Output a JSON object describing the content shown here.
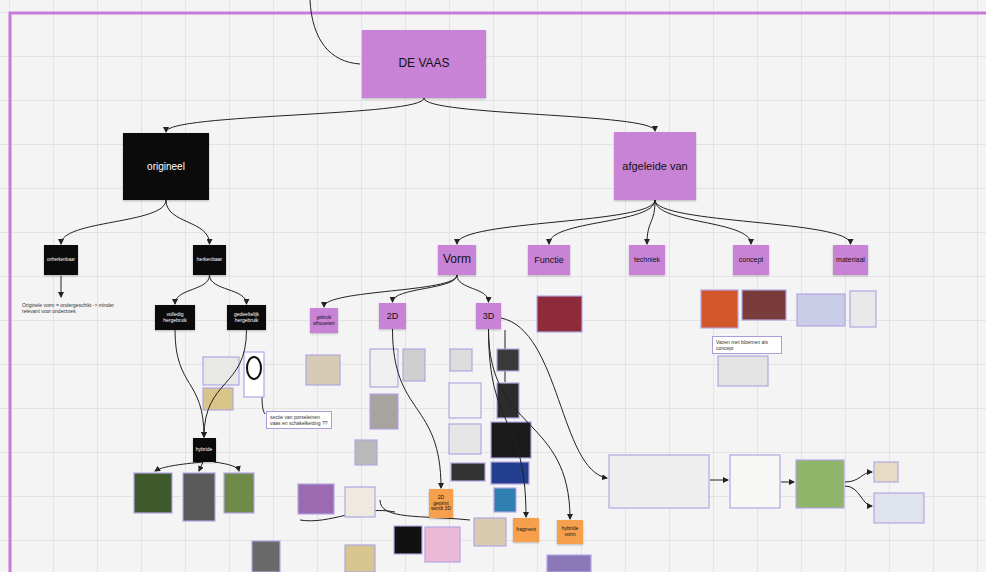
{
  "diagram": {
    "nodes": [
      {
        "text": [
          "DE VAAS"
        ]
      },
      {
        "text": [
          "origineel"
        ]
      },
      {
        "text": [
          "afgeleide van"
        ]
      },
      {
        "text": [
          "onherkenbaar"
        ]
      },
      {
        "text": [
          "herkenbaar"
        ]
      },
      {
        "text": [
          "volledig hergebruik"
        ]
      },
      {
        "text": [
          "gedeeltelijk hergebruik"
        ]
      },
      {
        "text": [
          "hybride"
        ]
      },
      {
        "text": [
          "Vorm"
        ]
      },
      {
        "text": [
          "Functie"
        ]
      },
      {
        "text": [
          "techniek"
        ]
      },
      {
        "text": [
          "concept"
        ]
      },
      {
        "text": [
          "materiaal"
        ]
      },
      {
        "text": [
          "gebruik silhouetten"
        ]
      },
      {
        "text": [
          "2D"
        ]
      },
      {
        "text": [
          "3D"
        ]
      },
      {
        "text": [
          "2D geprint wordt 3D"
        ]
      },
      {
        "text": [
          "fragment"
        ]
      },
      {
        "text": [
          "hybride vorm"
        ]
      }
    ],
    "edges": [
      {
        "from": 0,
        "to": 1,
        "arrow": "to"
      },
      {
        "from": 0,
        "to": 2,
        "arrow": "to"
      },
      {
        "from": 1,
        "to": 3,
        "arrow": "to"
      },
      {
        "from": 1,
        "to": 4,
        "arrow": "to"
      },
      {
        "from": 4,
        "to": 5,
        "arrow": "to"
      },
      {
        "from": 4,
        "to": 6,
        "arrow": "to"
      },
      {
        "from": 5,
        "to": 7,
        "arrow": "to"
      },
      {
        "from": 6,
        "to": 7,
        "arrow": "to"
      },
      {
        "from": 2,
        "to": 8,
        "arrow": "to"
      },
      {
        "from": 2,
        "to": 9,
        "arrow": "to"
      },
      {
        "from": 2,
        "to": 10,
        "arrow": "to"
      },
      {
        "from": 2,
        "to": 11,
        "arrow": "to"
      },
      {
        "from": 2,
        "to": 12,
        "arrow": "to"
      },
      {
        "from": 8,
        "to": 13,
        "arrow": "to"
      },
      {
        "from": 8,
        "to": 14,
        "arrow": "to"
      },
      {
        "from": 8,
        "to": 15,
        "arrow": "to"
      },
      {
        "from": 14,
        "to": 16,
        "arrow": "to"
      },
      {
        "from": 15,
        "to": 17,
        "arrow": "to"
      },
      {
        "from": 15,
        "to": 18,
        "arrow": "to"
      }
    ],
    "labels": [
      "Originele vorm = ondergeschikt -> minder relevant voor onderzoek",
      "sectie van porseleinen vaas en schakelketting ??",
      "Vazen met bloemen als concept"
    ]
  }
}
